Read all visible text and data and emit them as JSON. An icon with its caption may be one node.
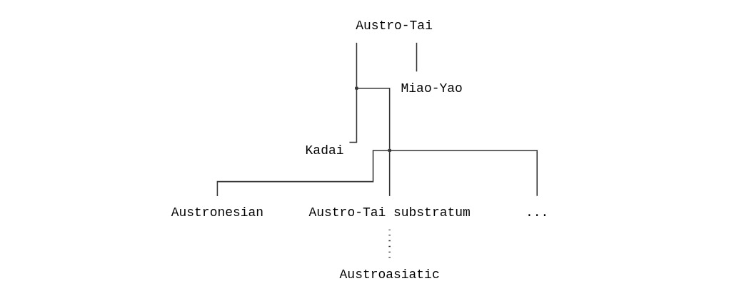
{
  "diagram": {
    "nodes": [
      {
        "text": [
          "Austro-Tai"
        ]
      },
      {
        "text": [],
        "shape": "point"
      },
      {
        "text": [
          "Miao-Yao"
        ]
      },
      {
        "text": [
          "Kadai"
        ]
      },
      {
        "text": [],
        "shape": "point"
      },
      {
        "text": [
          "Austronesian"
        ]
      },
      {
        "text": [
          "Austro-Tai substratum"
        ]
      },
      {
        "text": [
          "..."
        ]
      },
      {
        "text": [
          "Austroasiatic"
        ]
      }
    ],
    "edges": [
      {
        "from": 0,
        "to": 1,
        "arrow": "none"
      },
      {
        "from": 0,
        "to": 2,
        "arrow": "none"
      },
      {
        "from": 1,
        "to": 3,
        "arrow": "none"
      },
      {
        "from": 1,
        "to": 4,
        "arrow": "none"
      },
      {
        "from": 4,
        "to": 5,
        "arrow": "none"
      },
      {
        "from": 4,
        "to": 6,
        "arrow": "none"
      },
      {
        "from": 4,
        "to": 7,
        "arrow": "none"
      },
      {
        "from": 6,
        "to": 8,
        "arrow": "none",
        "style": "dashed"
      }
    ]
  }
}
